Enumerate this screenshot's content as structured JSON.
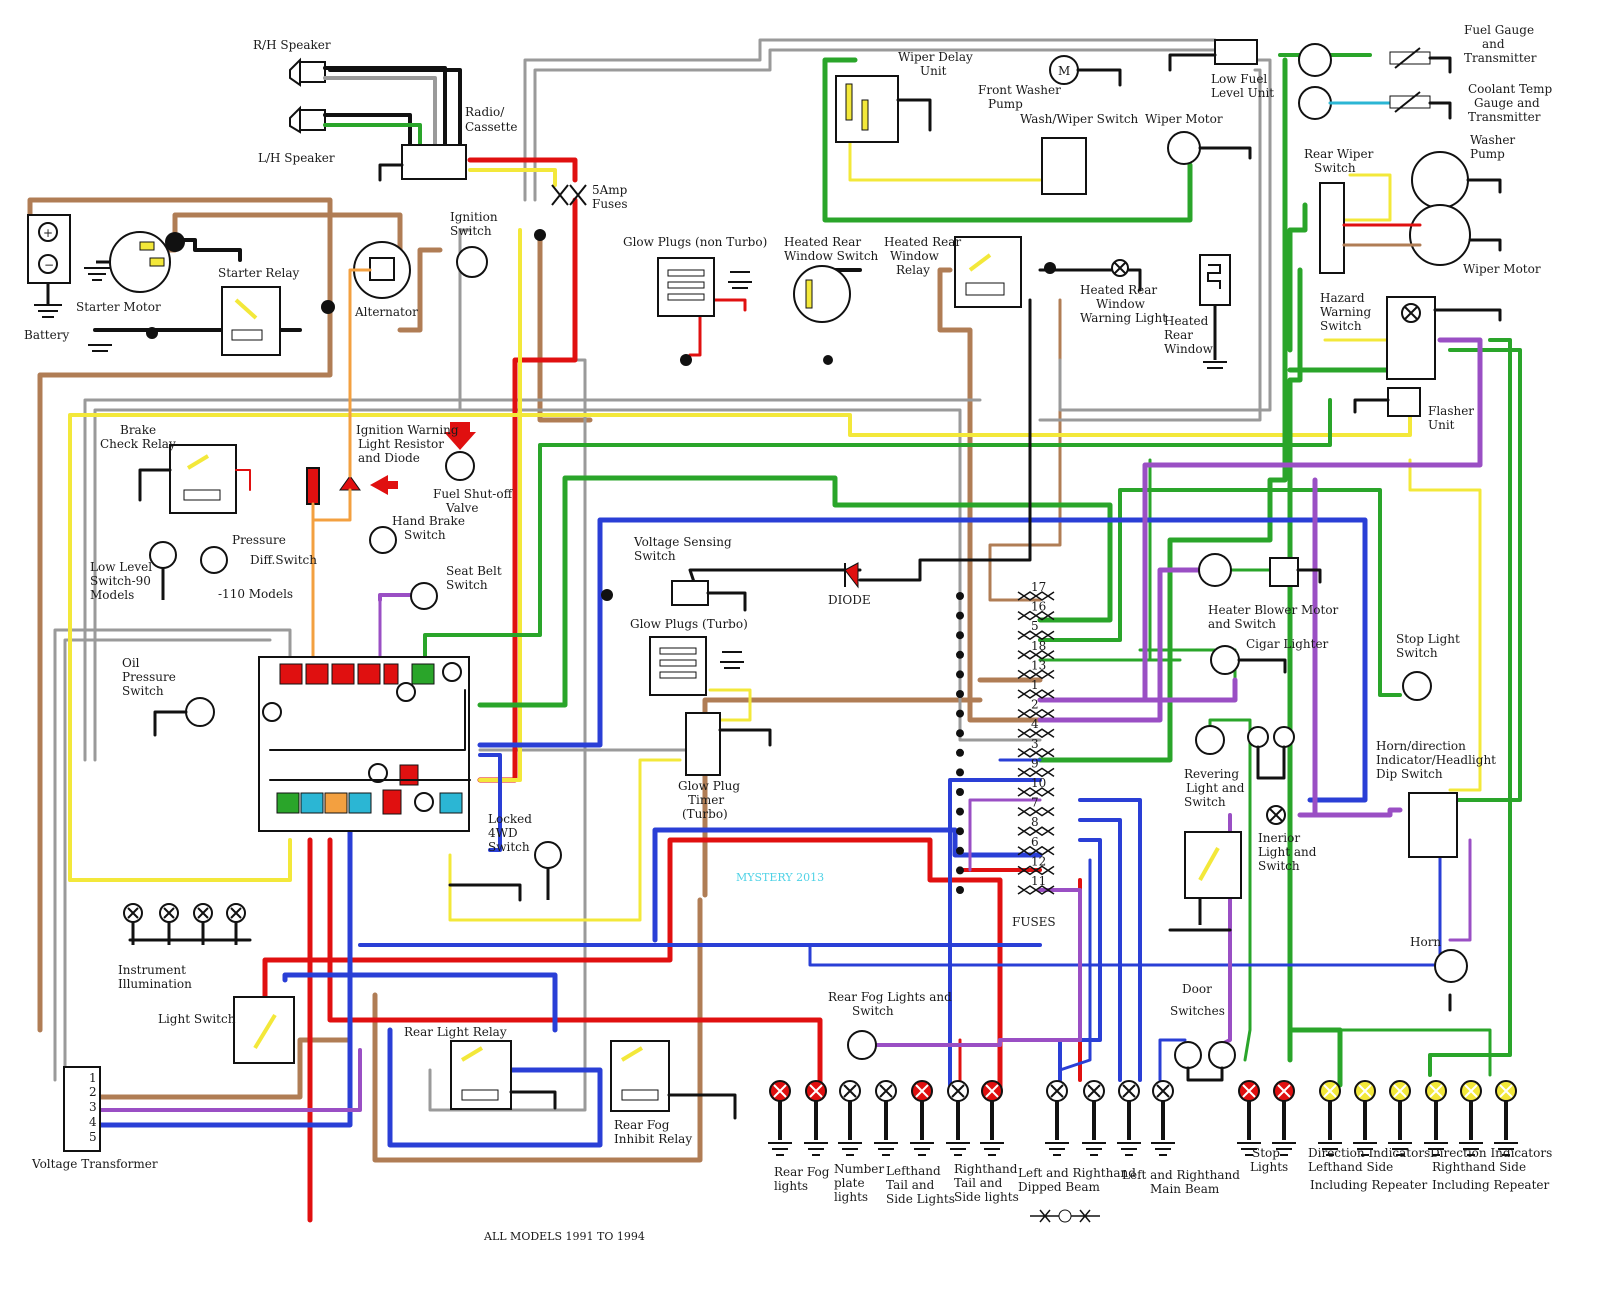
{
  "colors": {
    "black": "#111111",
    "brown": "#b07d55",
    "red": "#e01010",
    "yellow": "#f3e83a",
    "green": "#2aa52a",
    "blue": "#2a3fd6",
    "purple": "#9a4fc4",
    "grey": "#9a9a9a",
    "white_wire": "#d8d8d8",
    "fuse_teal": "#2bb6d4"
  },
  "labels": {
    "rh_speaker": "R/H Speaker",
    "lh_speaker": "L/H Speaker",
    "radio": [
      "Radio/",
      "Cassette"
    ],
    "fuses_5amp": [
      "5Amp",
      "Fuses"
    ],
    "battery": "Battery",
    "starter_motor": "Starter Motor",
    "starter_relay": "Starter Relay",
    "alternator": "Alternator",
    "ignition_switch": [
      "Ignition",
      "Switch"
    ],
    "glow_plugs_non_turbo": "Glow Plugs (non Turbo)",
    "heated_rear_window_switch": [
      "Heated Rear",
      "Window Switch"
    ],
    "heated_rear_window_relay": [
      "Heated Rear",
      "Window",
      "Relay"
    ],
    "heated_rear_window_warning": [
      "Heated Rear",
      "Window",
      "Warning Light"
    ],
    "heated_rear_window": [
      "Heated",
      "Rear",
      "Window"
    ],
    "wiper_delay_unit": [
      "Wiper Delay",
      "Unit"
    ],
    "front_washer_pump": [
      "Front Washer",
      "Pump"
    ],
    "wash_wiper_switch": "Wash/Wiper Switch",
    "wiper_motor_front": "Wiper Motor",
    "low_fuel_level_unit": [
      "Low Fuel",
      "Level Unit"
    ],
    "fuel_gauge": [
      "Fuel Gauge",
      "and",
      "Transmitter"
    ],
    "coolant_temp": [
      "Coolant Temp",
      "Gauge and",
      "Transmitter"
    ],
    "rear_wiper_switch": [
      "Rear Wiper",
      "Switch"
    ],
    "washer_pump": [
      "Washer",
      "Pump"
    ],
    "wiper_motor_rear": "Wiper Motor",
    "hazard_warning_switch": [
      "Hazard",
      "Warning",
      "Switch"
    ],
    "flasher_unit": [
      "Flasher",
      "Unit"
    ],
    "brake_check_relay": [
      "Brake",
      "Check Relay"
    ],
    "ignition_warning_resistor": [
      "Ignition Warning",
      "Light Resistor",
      "and Diode"
    ],
    "fuel_shutoff_valve": [
      "Fuel Shut-off",
      "Valve"
    ],
    "hand_brake_switch": [
      "Hand Brake",
      "Switch"
    ],
    "seat_belt_switch": [
      "Seat Belt",
      "Switch"
    ],
    "pressure_diff_switch": [
      "Pressure",
      "Diff.Switch"
    ],
    "low_level_switch": [
      "Low Level",
      "Switch-90",
      "Models"
    ],
    "models_110": "-110  Models",
    "oil_pressure_switch": [
      "Oil",
      "Pressure",
      "Switch"
    ],
    "voltage_sensing_switch": [
      "Voltage Sensing",
      "Switch"
    ],
    "diode": "DIODE",
    "glow_plugs_turbo": "Glow Plugs (Turbo)",
    "glow_plug_timer": [
      "Glow Plug",
      "Timer",
      "(Turbo)"
    ],
    "locked_4wd_switch": [
      "Locked",
      "4WD",
      "Switch"
    ],
    "heater_blower": [
      "Heater Blower Motor",
      "and Switch"
    ],
    "cigar_lighter": "Cigar Lighter",
    "stop_light_switch": [
      "Stop Light",
      "Switch"
    ],
    "horn_indicator_switch": [
      "Horn/direction",
      "Indicator/Headlight",
      "Dip Switch"
    ],
    "reversing_light": [
      "Revering",
      "Light and",
      "Switch"
    ],
    "interior_light": [
      "Inerior",
      "Light and",
      "Switch"
    ],
    "horn": "Horn",
    "door_switches": [
      "Door",
      "Switches"
    ],
    "fuses": "FUSES",
    "instrument_illumination": [
      "Instrument",
      "Illumination"
    ],
    "light_switch": "Light Switch",
    "rear_light_relay": "Rear Light Relay",
    "rear_fog_inhibit_relay": [
      "Rear Fog",
      "Inhibit Relay"
    ],
    "rear_fog_lights_switch": [
      "Rear Fog Lights and",
      "Switch"
    ],
    "voltage_transformer": "Voltage Transformer",
    "rear_fog_lights": [
      "Rear Fog",
      "lights"
    ],
    "number_plate_lights": [
      "Number",
      "plate",
      "lights"
    ],
    "lh_tail_side": [
      "Lefthand",
      "Tail and",
      "Side Lights"
    ],
    "rh_tail_side": [
      "Righthand",
      "Tail and",
      "Side lights"
    ],
    "dipped_beam": [
      "Left and Righthand",
      "Dipped Beam"
    ],
    "main_beam": [
      "Left and Righthand",
      "Main Beam"
    ],
    "stop_lights": [
      "Stop",
      "Lights"
    ],
    "dir_ind_lh": [
      "Direction Indicators",
      "Lefthand Side",
      "Including Repeater"
    ],
    "dir_ind_rh": [
      "Direction Indicators",
      "Righthand Side",
      "Including Repeater"
    ],
    "watermark": "MYSTERY 2013",
    "footer": "ALL MODELS 1991 TO 1994"
  },
  "fuse_numbers": [
    "17",
    "16",
    "5",
    "18",
    "13",
    "1",
    "2",
    "4",
    "3",
    "9",
    "10",
    "7",
    "8",
    "6",
    "12",
    "11"
  ],
  "transformer_pins": [
    "1",
    "2",
    "3",
    "4",
    "5"
  ]
}
